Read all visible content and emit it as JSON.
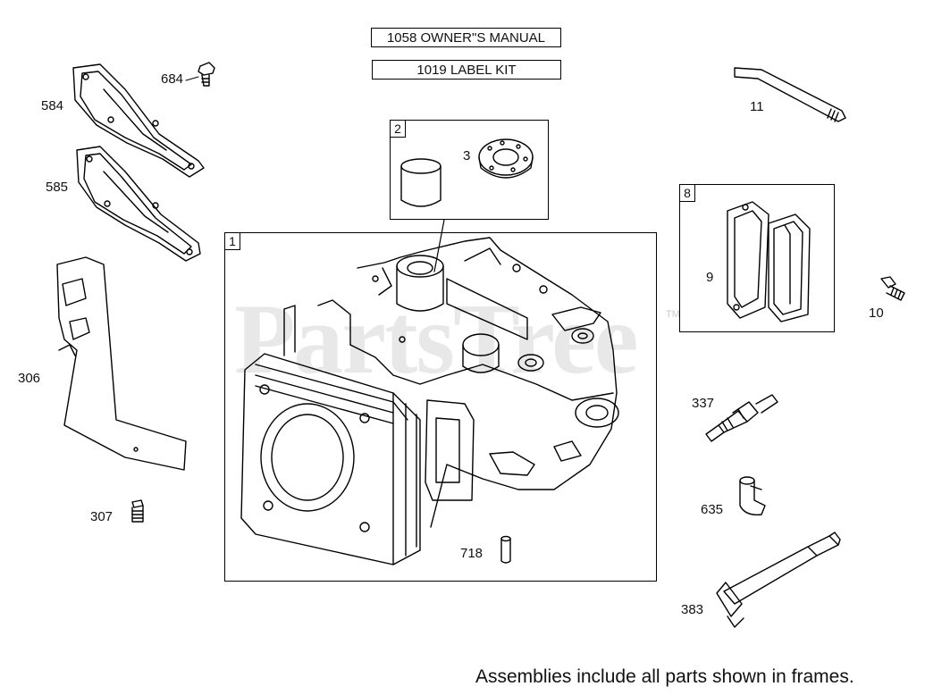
{
  "kits": [
    {
      "label": "1058 OWNER\"S MANUAL"
    },
    {
      "label": "1019 LABEL KIT"
    }
  ],
  "frames": [
    {
      "tag": "1"
    },
    {
      "tag": "2"
    },
    {
      "tag": "8"
    }
  ],
  "callouts": {
    "p584": "584",
    "p684": "684",
    "p585": "585",
    "p306": "306",
    "p307": "307",
    "p3": "3",
    "p11": "11",
    "p9": "9",
    "p10": "10",
    "p337": "337",
    "p635": "635",
    "p383": "383",
    "p718": "718"
  },
  "watermark": {
    "text": "PartsTree",
    "tm": "TM"
  },
  "footnote": "Assemblies include all parts shown in frames."
}
